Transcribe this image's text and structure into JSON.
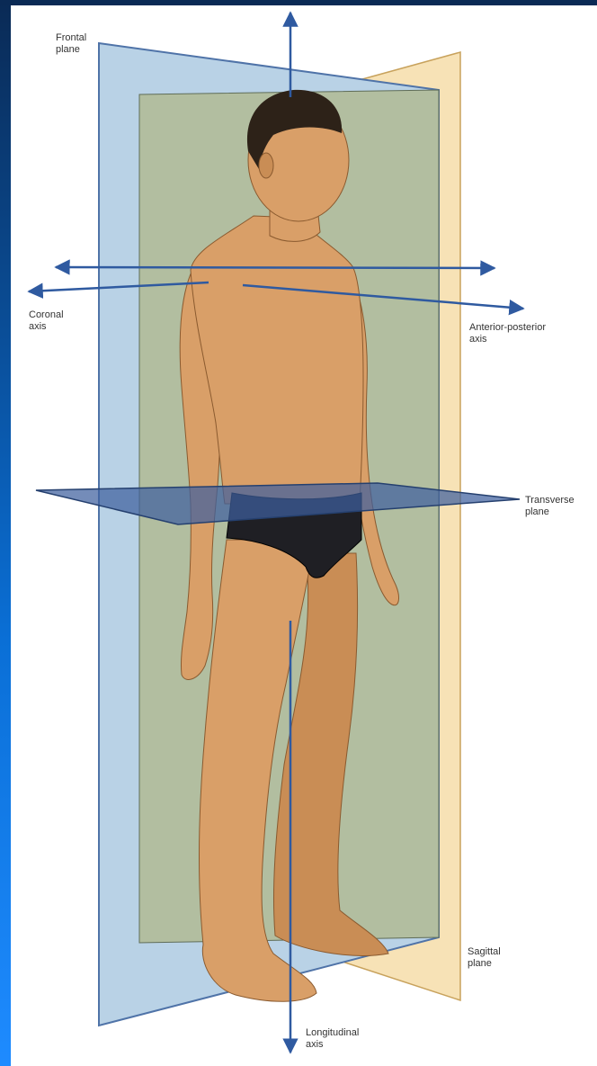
{
  "labels": {
    "frontal_plane": "Frontal\nplane",
    "coronal_axis": "Coronal\naxis",
    "ap_axis": "Anterior-posterior\naxis",
    "transverse_plane": "Transverse\nplane",
    "sagittal_plane": "Sagittal\nplane",
    "longitudinal_axis": "Longitudinal\naxis"
  },
  "colors": {
    "frontal_plane": "#b9d2e6",
    "sagittal_plane": "#f7e2b6",
    "overlap_plane": "#b2bea0",
    "transverse_plane": "#3f5f9e",
    "axis_arrow": "#2f5aa0",
    "skin": "#d99f68",
    "hair": "#2d2218",
    "briefs": "#1f1f24",
    "left_bar": "#0a6fd6"
  }
}
